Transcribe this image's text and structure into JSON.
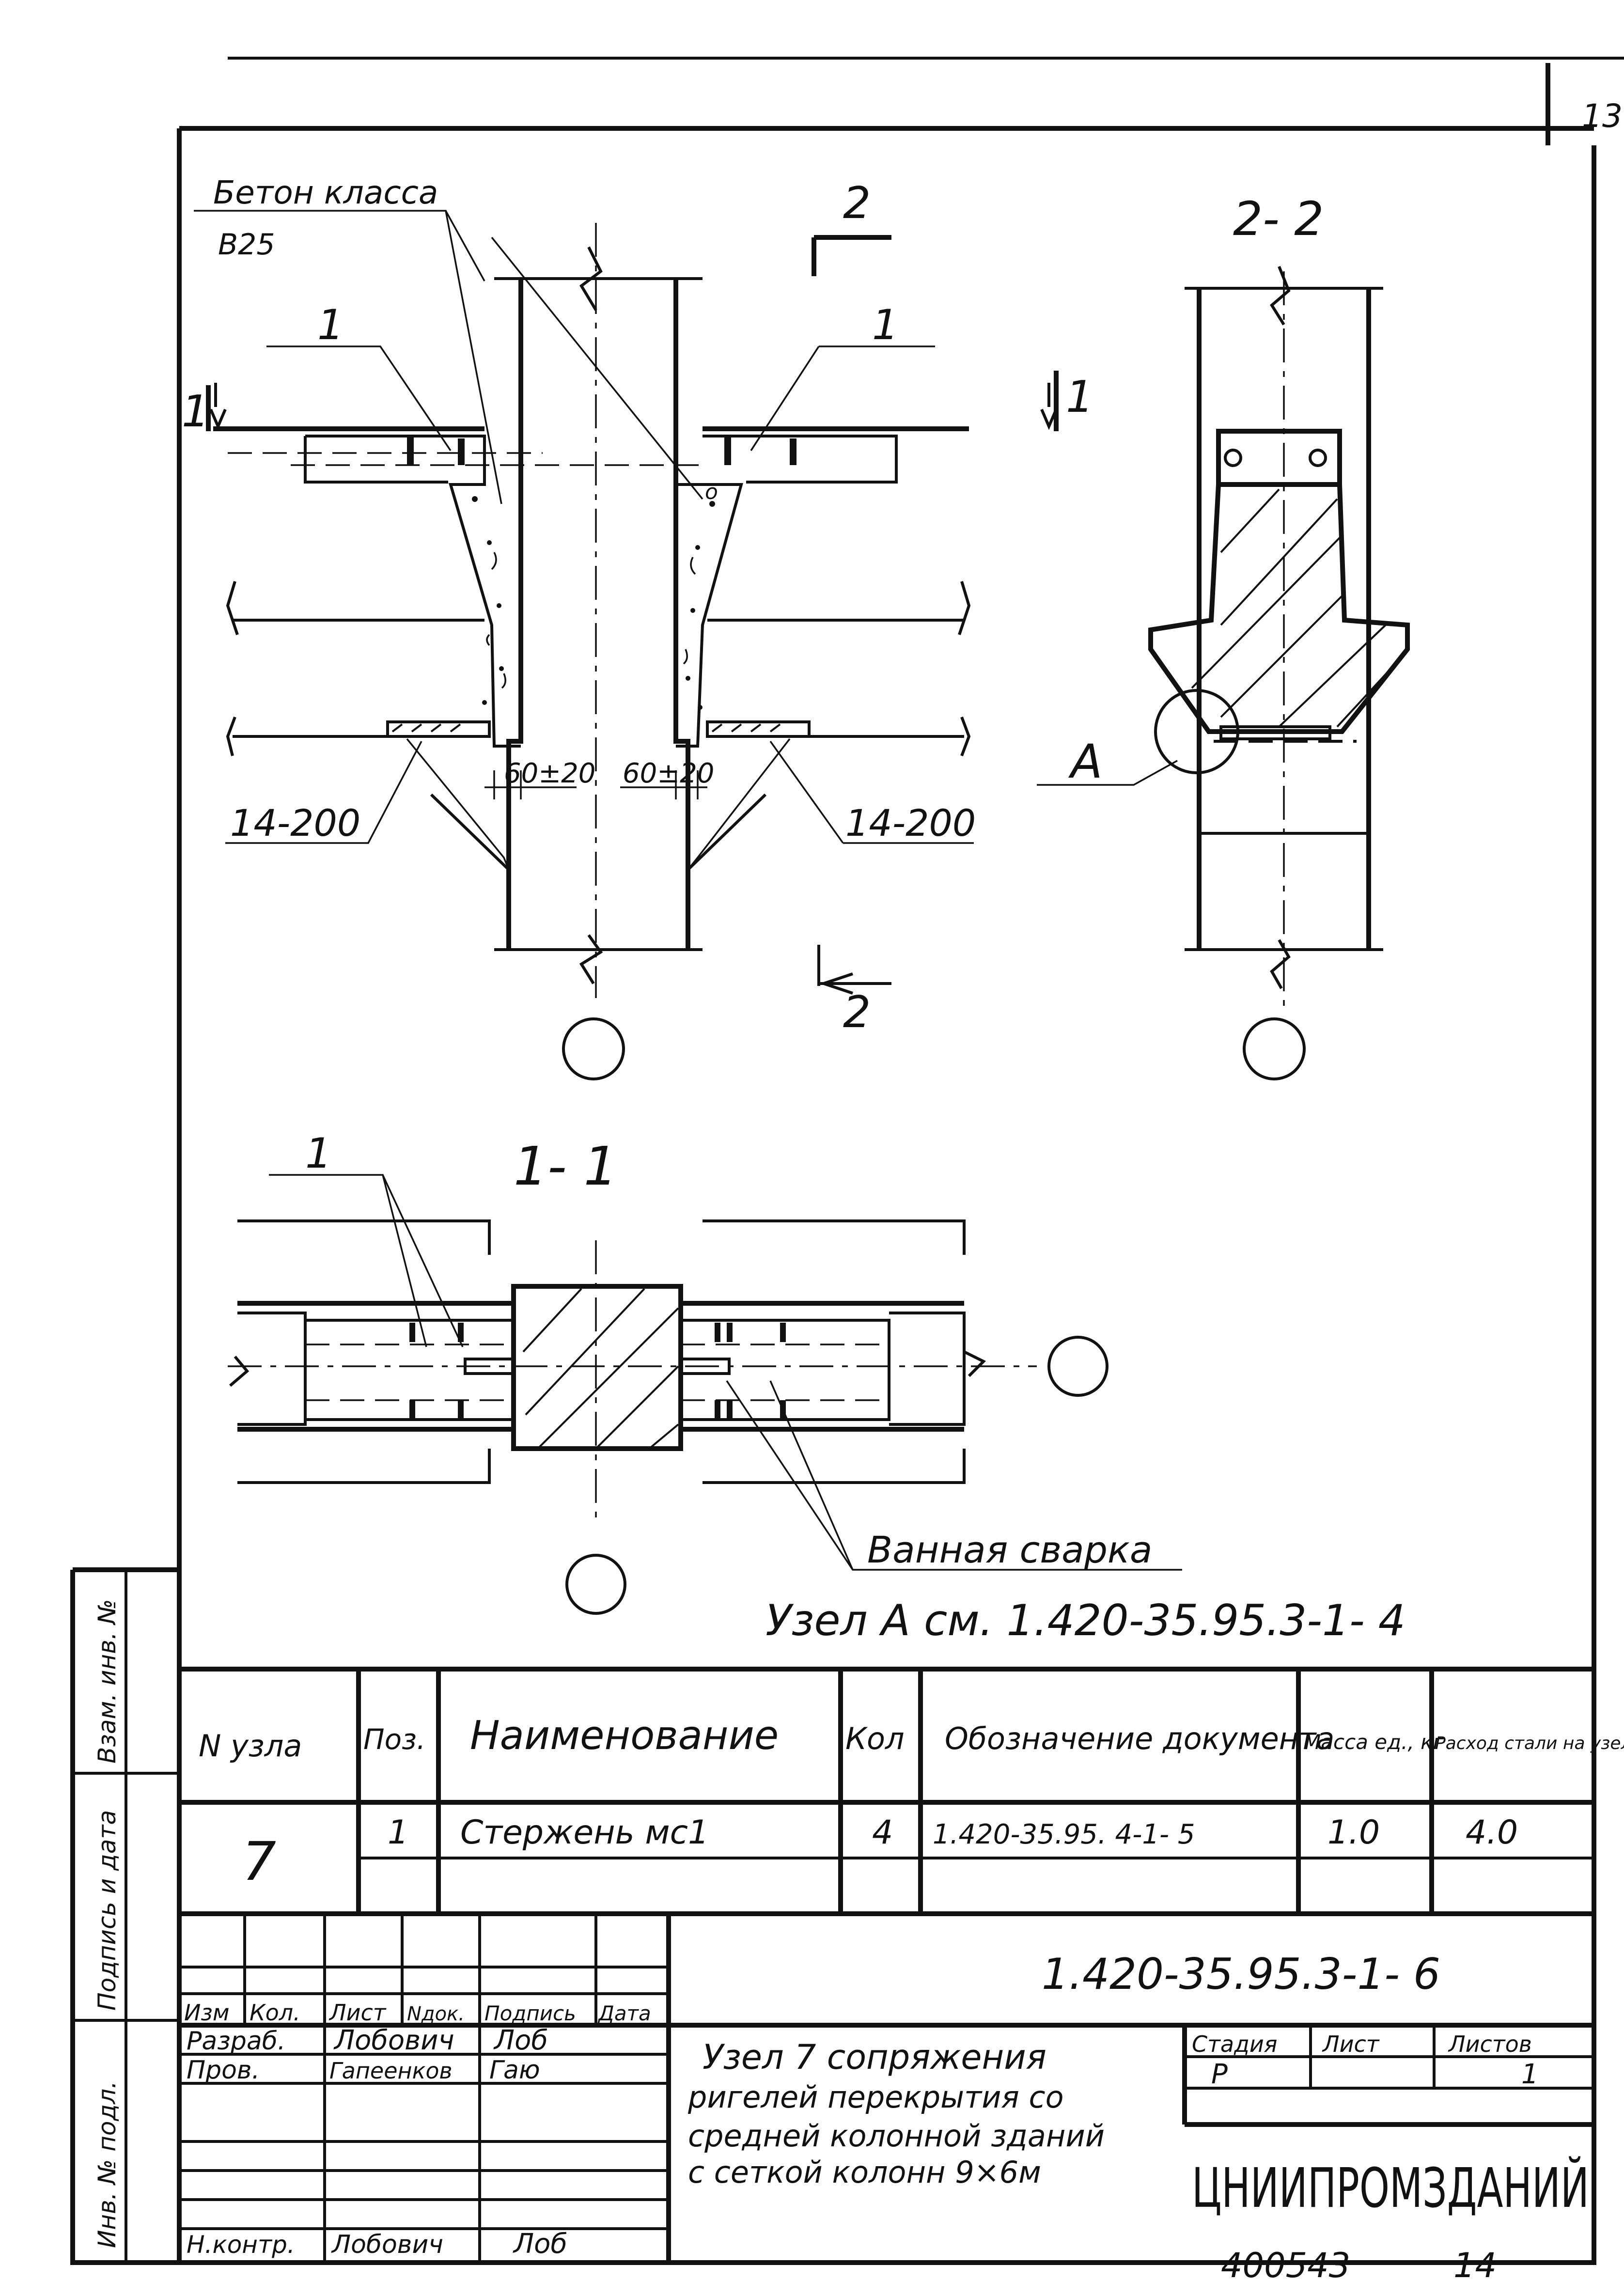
{
  "sheet_number": "13",
  "drawing": {
    "concrete_label_line1": "Бетон класса",
    "concrete_label_line2": "B25",
    "cut_2_top": "2",
    "cut_2_bottom": "2",
    "cut_1_left": "1",
    "cut_1_right": "1",
    "callout_1_left": "1",
    "callout_1_right": "1",
    "callout_1_section": "1",
    "dim_left": "60±20",
    "dim_right": "60±20",
    "mesh_left": "14-200",
    "mesh_right": "14-200",
    "section_2_title": "2- 2",
    "section_1_title": "1- 1",
    "node_a_label": "A",
    "weld_label": "Ванная сварка",
    "node_ref": "Узел A см. 1.420-35.95.3-1- 4"
  },
  "side_stamp": {
    "inv_no_orig": "Инв. № подл.",
    "sign_date": "Подпись и дата",
    "replace_inv": "Взам. инв. №"
  },
  "spec_table": {
    "headers": {
      "node": "N узла",
      "pos": "Поз.",
      "name": "Наименование",
      "qty": "Кол",
      "doc": "Обозначение документа",
      "mass": "Масса ед., кг",
      "steel": "Расход стали на узел кг"
    },
    "node_number": "7",
    "rows": [
      {
        "pos": "1",
        "name": "Стержень мс1",
        "qty": "4",
        "doc": "1.420-35.95. 4-1- 5",
        "mass": "1.0",
        "steel": "4.0"
      }
    ]
  },
  "title_block": {
    "doc_code": "1.420-35.95.3-1- 6",
    "rev_headers": [
      "Изм",
      "Кол.",
      "Лист",
      "Nдок.",
      "Подпись",
      "Дата"
    ],
    "roles": [
      {
        "role": "Разраб.",
        "name": "Лобович",
        "sign": "Лоб"
      },
      {
        "role": "Пров.",
        "name": "Гапеенков",
        "sign": "Гаю"
      },
      {
        "role": "Н.контр.",
        "name": "Лобович",
        "sign": "Лоб"
      }
    ],
    "title_line1": "Узел 7 сопряжения",
    "title_line2": "ригелей перекрытия со",
    "title_line3": "средней колонной зданий",
    "title_line4": "с сеткой колонн 9×6м",
    "stage_header": "Стадия",
    "sheet_header": "Лист",
    "sheets_header": "Листов",
    "stage": "Р",
    "sheet": "",
    "sheets": "1",
    "org": "ЦНИИПРОМЗДАНИЙ",
    "archive_no": "400543",
    "page": "14"
  }
}
